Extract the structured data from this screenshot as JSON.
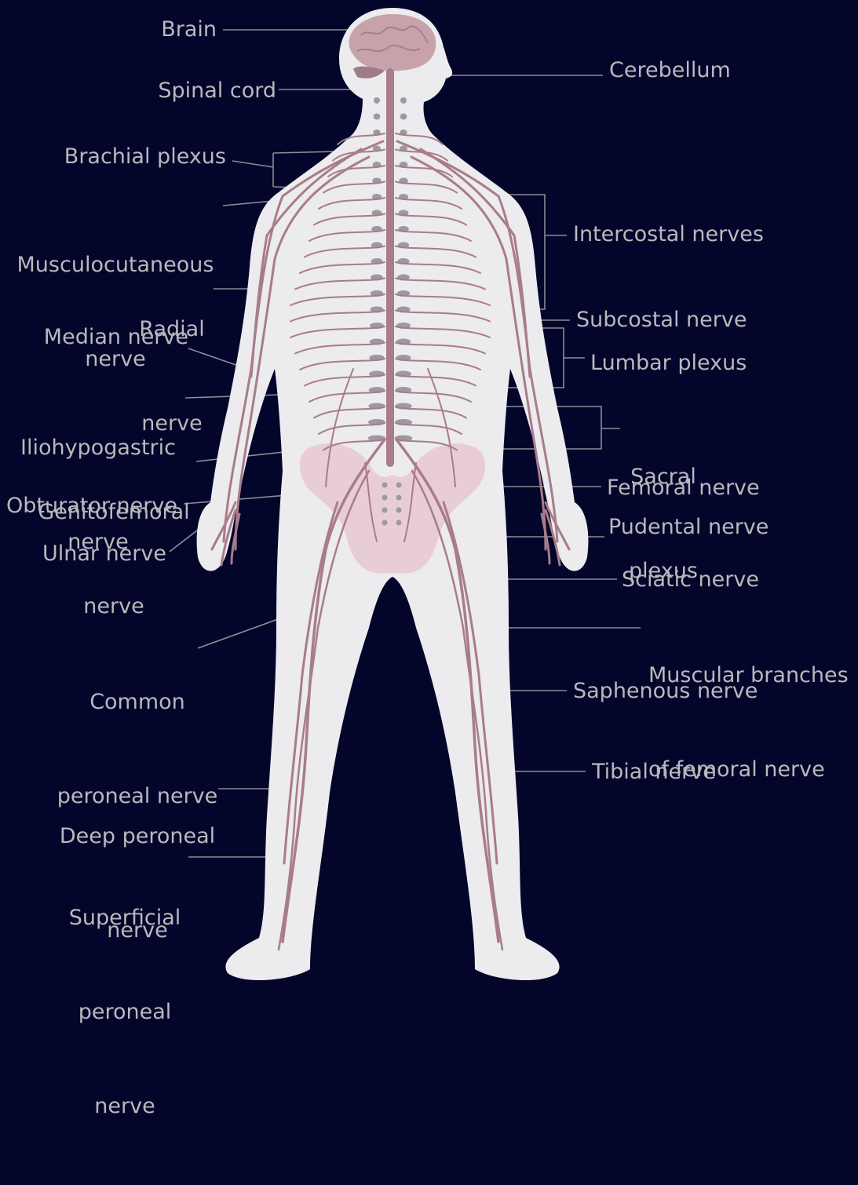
{
  "colors": {
    "background": "#03052b",
    "body": "#ecebee",
    "nerve": "#a87c89",
    "brain": "#c7a2ab",
    "cerebellum": "#9e7b86",
    "pelvis": "#e8c8d1",
    "vertebra": "#9a9aa0",
    "label": "#b9b9bb",
    "leader": "#8c8c93"
  },
  "labels": {
    "brain": "Brain",
    "cerebellum": "Cerebellum",
    "spinal_cord": "Spinal cord",
    "brachial_plexus": "Brachial plexus",
    "musculocutaneous": [
      "Musculocutaneous",
      "nerve"
    ],
    "intercostal": "Intercostal nerves",
    "radial": [
      "Radial",
      "nerve"
    ],
    "subcostal": "Subcostal nerve",
    "median": "Median nerve",
    "lumbar_plexus": "Lumbar plexus",
    "iliohypogastric": [
      "Iliohypogastric",
      "nerve"
    ],
    "sacral_plexus": [
      "Sacral",
      "plexus"
    ],
    "genitofemoral": [
      "Genitofemoral",
      "nerve"
    ],
    "femoral": "Femoral nerve",
    "obturator": "Obturator nerve",
    "pudental": "Pudental nerve",
    "ulnar": "Ulnar nerve",
    "sciatic": "Sciatic nerve",
    "muscular_branches": [
      "Muscular branches",
      "of femoral nerve"
    ],
    "common_peroneal": [
      "Common",
      "peroneal nerve"
    ],
    "saphenous": "Saphenous nerve",
    "tibial": "Tibial nerve",
    "deep_peroneal": [
      "Deep peroneal",
      "nerve"
    ],
    "superficial_peroneal": [
      "Superficial",
      "peroneal",
      "nerve"
    ]
  }
}
